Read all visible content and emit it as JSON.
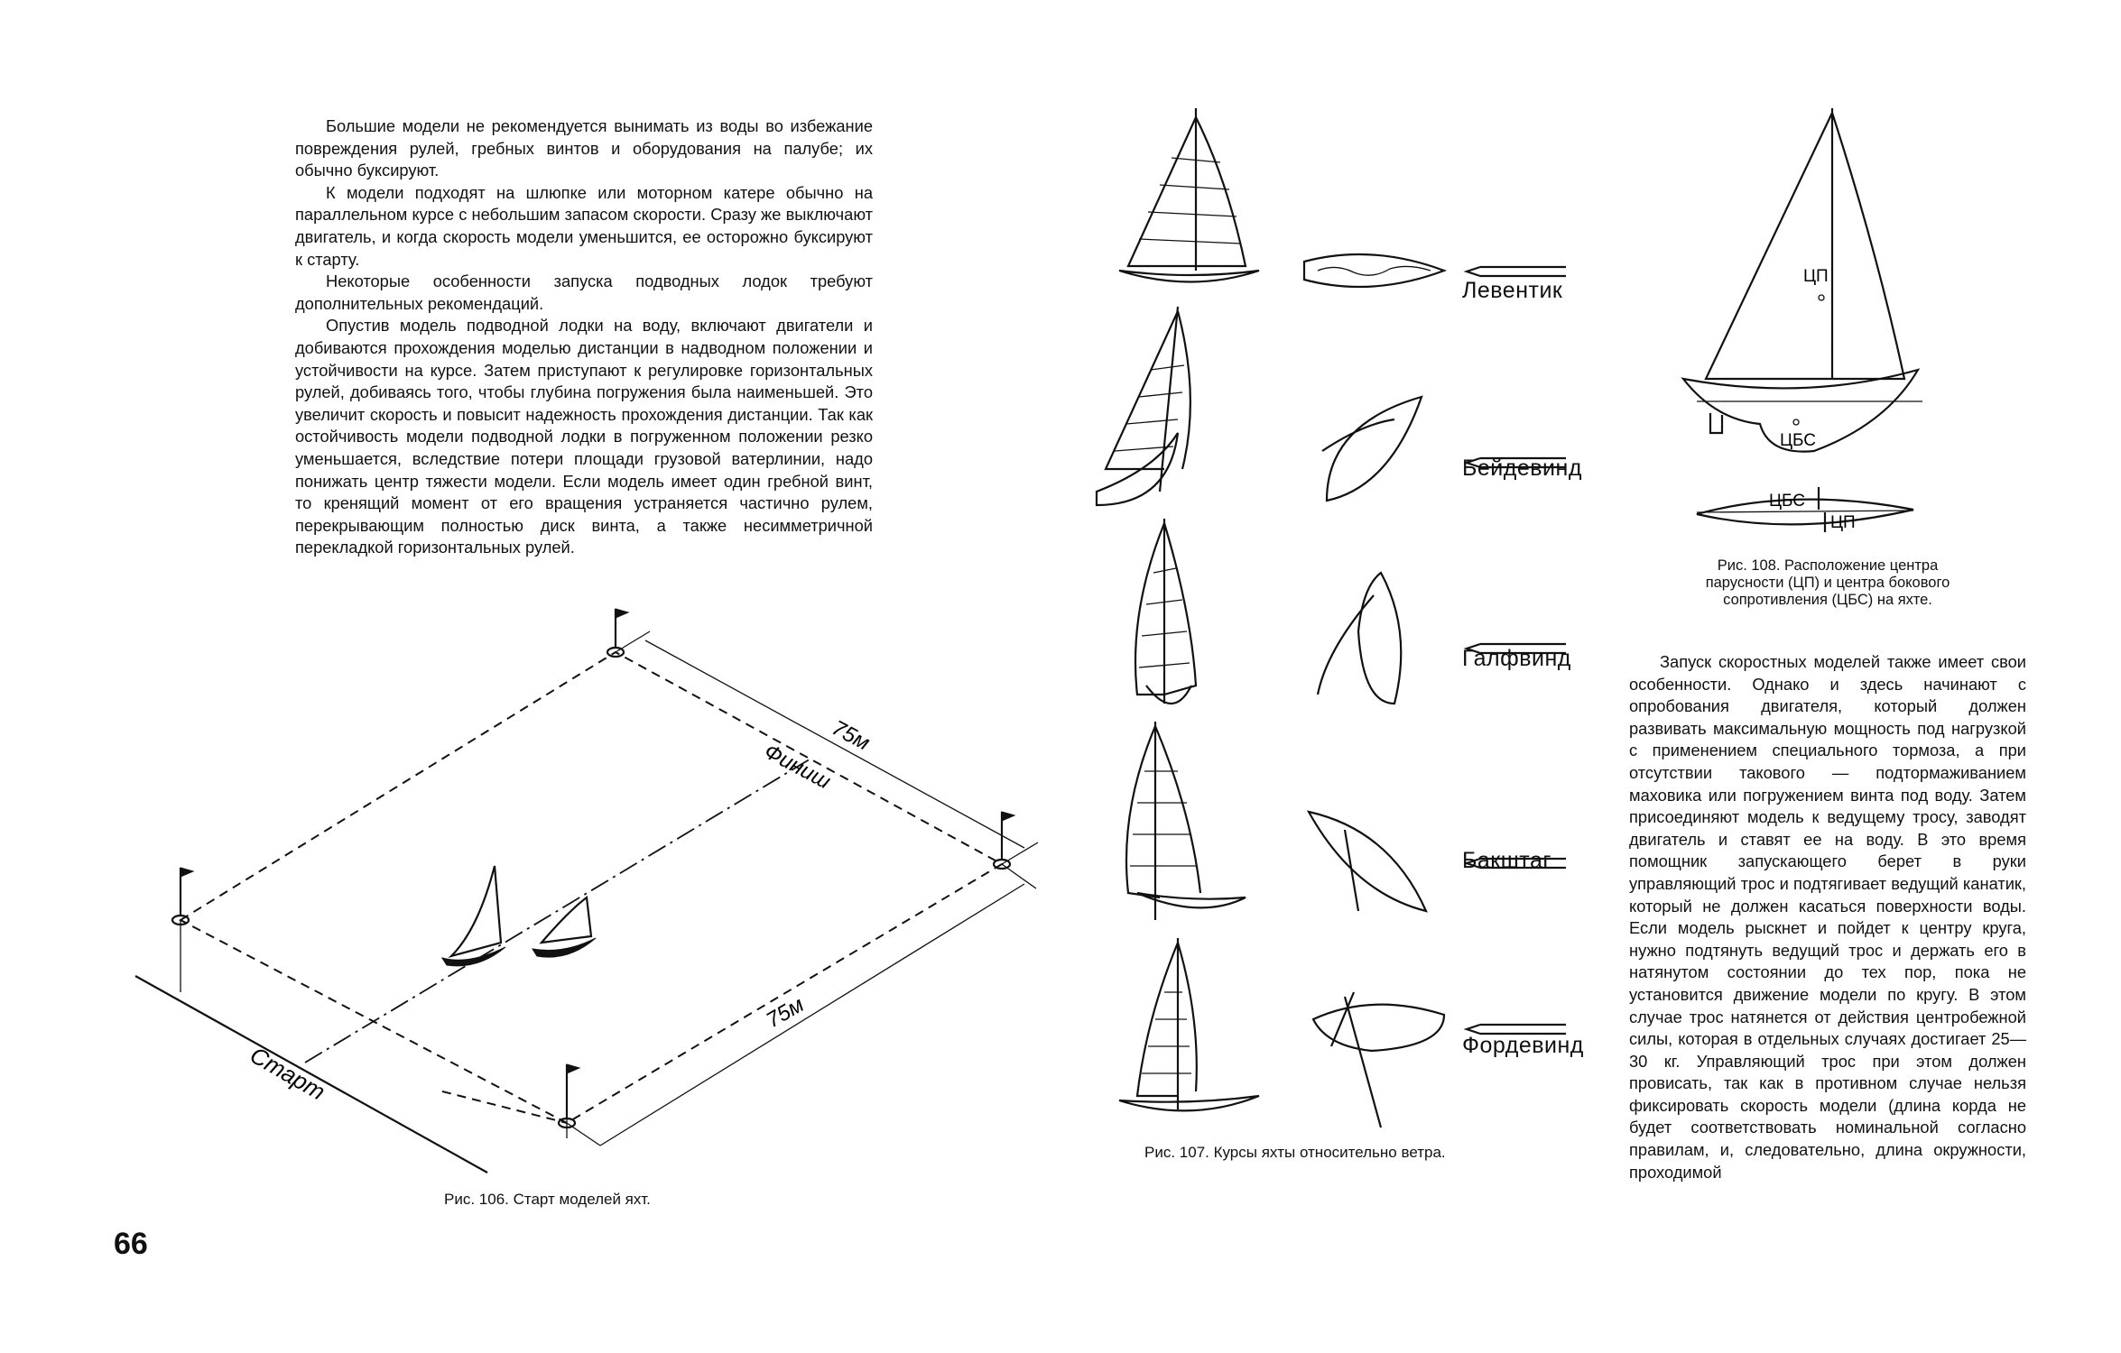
{
  "page_number": "66",
  "left_column": {
    "paragraphs": [
      "Большие модели не рекомендуется вынимать из воды во избежание повреждения рулей, гребных винтов и оборудования на палубе; их обычно буксируют.",
      "К модели подходят на шлюпке или моторном катере обычно на параллельном курсе с небольшим запасом скорости. Сразу же выключают двигатель, и когда скорость модели уменьшится, ее осторожно буксируют к старту.",
      "Некоторые особенности запуска подводных лодок требуют дополнительных рекомендаций.",
      "Опустив модель подводной лодки на воду, включают двигатели и добиваются прохождения моделью дистанции в надводном положении и устойчивости на курсе. Затем приступают к регулировке горизонтальных рулей, добиваясь того, чтобы глубина погружения была наименьшей. Это увеличит скорость и повысит надежность прохождения дистанции. Так как остойчивость модели подводной лодки в погруженном положении резко уменьшается, вследствие потери площади грузовой ватерлинии, надо понижать центр тяжести модели. Если модель имеет один гребной винт, то кренящий момент от его вращения устраняется частично рулем, перекрывающим полностью диск винта, а также несимметричной перекладкой горизонтальных рулей."
    ]
  },
  "right_column": {
    "paragraphs": [
      "Запуск скоростных моделей также имеет свои особенности. Однако и здесь начинают с опробования двигателя, который должен развивать максимальную мощность под нагрузкой с применением специального тормоза, а при отсутствии такового — подтормаживанием маховика или погружением винта под воду. Затем присоединяют модель к ведущему тросу, заводят двигатель и ставят ее на воду. В это время помощник запускающего берет в руки управляющий трос и подтягивает ведущий канатик, который не должен касаться поверхности воды. Если модель рыскнет и пойдет к центру круга, нужно подтянуть ведущий трос и держать его в натянутом состоянии до тех пор, пока не установится движение модели по кругу. В этом случае трос натянется от действия центробежной силы, которая в отдельных случаях достигает 25—30 кг. Управляющий трос при этом должен провисать, так как в противном случае нельзя фиксировать скорость модели (длина корда не будет соответствовать номинальной согласно правилам, и, следовательно, длина окружности, проходимой"
    ]
  },
  "figure_106": {
    "caption": "Рис. 106. Старт моделей яхт.",
    "labels": {
      "dim_top": "75м",
      "dim_bottom": "75м",
      "finish": "Финиш",
      "start": "Старт"
    }
  },
  "figure_107": {
    "caption": "Рис. 107. Курсы яхты относительно ветра.",
    "courses": [
      "Левентик",
      "Бейдевинд",
      "Галфвинд",
      "Бакштаг",
      "Фордевинд"
    ]
  },
  "figure_108": {
    "caption": "Рис. 108. Расположение центра парусности (ЦП) и центра бокового сопротивления (ЦБС) на яхте.",
    "labels": {
      "cp_side": "ЦП",
      "cbs_side": "ЦБС",
      "cbs_top": "ЦБС",
      "cp_top": "ЦП"
    }
  }
}
